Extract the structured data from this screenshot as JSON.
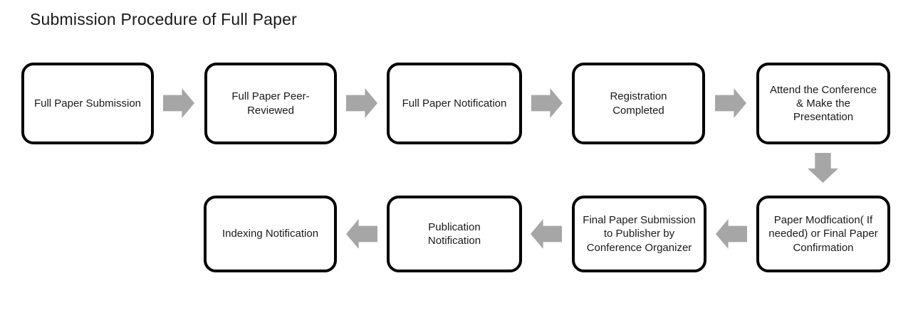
{
  "title": "Submission Procedure of Full Paper",
  "diagram": {
    "type": "flowchart",
    "steps": [
      {
        "id": 1,
        "label": "Full Paper Submission"
      },
      {
        "id": 2,
        "label": "Full Paper Peer-\nReviewed"
      },
      {
        "id": 3,
        "label": "Full Paper Notification"
      },
      {
        "id": 4,
        "label": "Registration\nCompleted"
      },
      {
        "id": 5,
        "label": "Attend the Conference\n& Make the\nPresentation"
      },
      {
        "id": 6,
        "label": "Paper Modfication( If\nneeded) or Final Paper\nConfirmation"
      },
      {
        "id": 7,
        "label": "Final Paper Submission\nto Publisher by\nConference Organizer"
      },
      {
        "id": 8,
        "label": "Publication\nNotification"
      },
      {
        "id": 9,
        "label": "Indexing Notification"
      }
    ],
    "connections": [
      {
        "from": 1,
        "to": 2,
        "direction": "right"
      },
      {
        "from": 2,
        "to": 3,
        "direction": "right"
      },
      {
        "from": 3,
        "to": 4,
        "direction": "right"
      },
      {
        "from": 4,
        "to": 5,
        "direction": "right"
      },
      {
        "from": 5,
        "to": 6,
        "direction": "down"
      },
      {
        "from": 6,
        "to": 7,
        "direction": "left"
      },
      {
        "from": 7,
        "to": 8,
        "direction": "left"
      },
      {
        "from": 8,
        "to": 9,
        "direction": "left"
      }
    ],
    "colors": {
      "box_border": "#000000",
      "box_fill": "#ffffff",
      "arrow": "#a6a6a6",
      "text": "#1a1a1a",
      "background": "#ffffff"
    }
  }
}
